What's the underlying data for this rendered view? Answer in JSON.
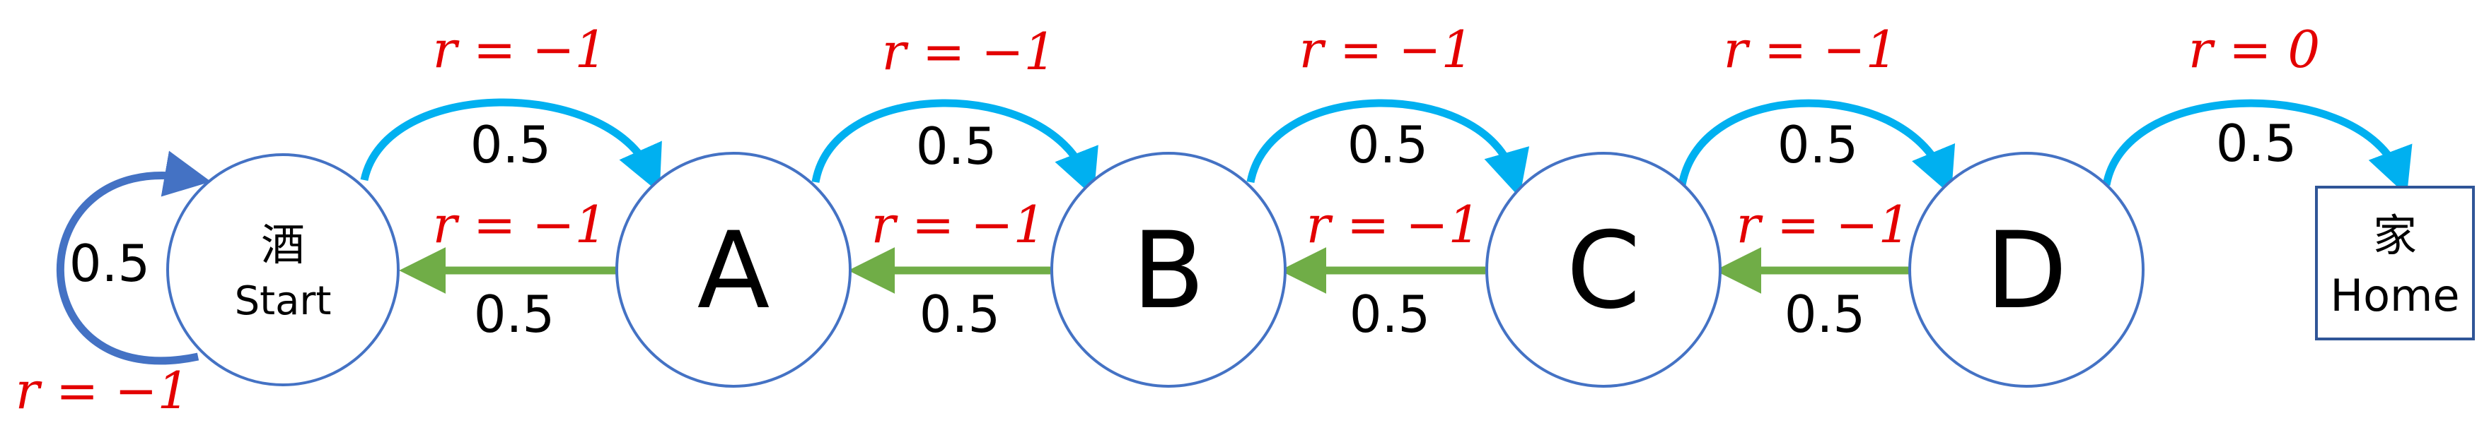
{
  "nodes": {
    "start": {
      "symbol": "酒",
      "label": "Start"
    },
    "a": {
      "label": "A"
    },
    "b": {
      "label": "B"
    },
    "c": {
      "label": "C"
    },
    "d": {
      "label": "D"
    },
    "home": {
      "symbol": "家",
      "label": "Home"
    }
  },
  "edges": {
    "self_loop": {
      "prob": "0.5",
      "reward": "r = −1"
    },
    "start_a": {
      "prob": "0.5",
      "reward": "r = −1"
    },
    "a_b": {
      "prob": "0.5",
      "reward": "r = −1"
    },
    "b_c": {
      "prob": "0.5",
      "reward": "r = −1"
    },
    "c_d": {
      "prob": "0.5",
      "reward": "r = −1"
    },
    "d_home": {
      "prob": "0.5",
      "reward": "r = 0"
    },
    "a_start": {
      "prob": "0.5",
      "reward": "r = −1"
    },
    "b_a": {
      "prob": "0.5",
      "reward": "r = −1"
    },
    "c_b": {
      "prob": "0.5",
      "reward": "r = −1"
    },
    "d_c": {
      "prob": "0.5",
      "reward": "r = −1"
    }
  },
  "colors": {
    "forward_arrow": "#00B0F0",
    "backward_arrow": "#70AD47",
    "self_loop_arrow": "#4472C4",
    "node_border": "#4472C4",
    "reward_text": "#E30000"
  }
}
